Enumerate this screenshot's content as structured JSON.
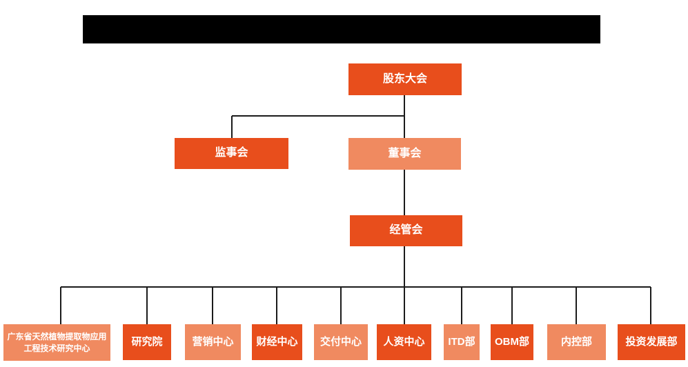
{
  "colors": {
    "primary": "#e84e1c",
    "secondary": "#f08a60",
    "connector": "#1a1a1a",
    "redaction": "#000000",
    "background": "#ffffff"
  },
  "org_chart": {
    "nodes": {
      "shareholders": {
        "label": "股东大会"
      },
      "supervisors": {
        "label": "监事会"
      },
      "directors": {
        "label": "董事会"
      },
      "management": {
        "label": "经管会"
      }
    },
    "departments": [
      {
        "label": "广东省天然植物提取物应用工程技术研究中心"
      },
      {
        "label": "研究院"
      },
      {
        "label": "营销中心"
      },
      {
        "label": "财经中心"
      },
      {
        "label": "交付中心"
      },
      {
        "label": "人资中心"
      },
      {
        "label": "ITD部"
      },
      {
        "label": "OBM部"
      },
      {
        "label": "内控部"
      },
      {
        "label": "投资发展部"
      }
    ],
    "edges": [
      {
        "from": "shareholders",
        "to": "supervisors"
      },
      {
        "from": "shareholders",
        "to": "directors"
      },
      {
        "from": "directors",
        "to": "management"
      },
      {
        "from": "management",
        "to": "all-departments"
      }
    ]
  }
}
